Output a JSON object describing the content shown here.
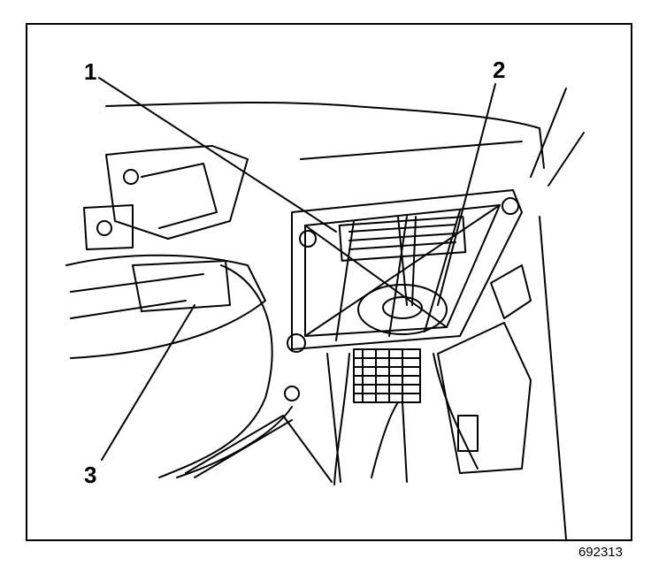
{
  "figure": {
    "callouts": {
      "one": "1",
      "two": "2",
      "three": "3"
    },
    "figure_number": "692313"
  }
}
